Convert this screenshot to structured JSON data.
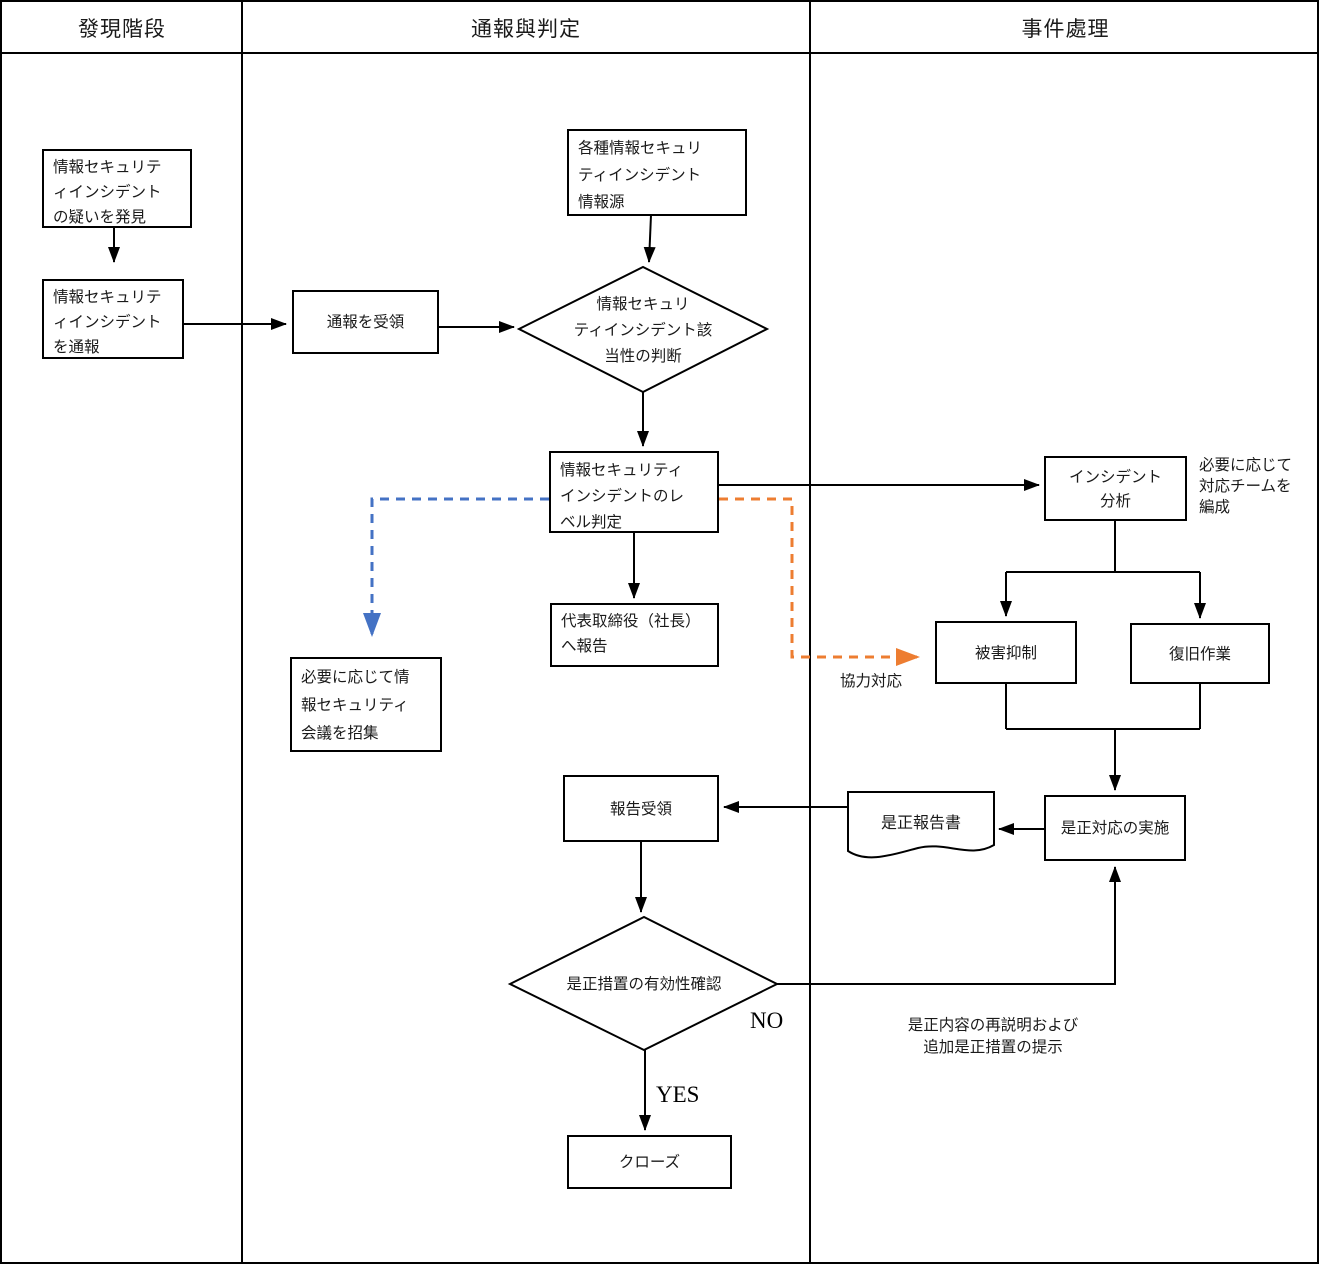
{
  "header": {
    "lanes": [
      "發現階段",
      "通報與判定",
      "事件處理"
    ]
  },
  "nodes": {
    "discover": "情報セキュリテ\nィインシデント\nの疑いを発見",
    "notify": "情報セキュリテ\nィインシデント\nを通報",
    "receive": "通報を受領",
    "sources": "各種情報セキュリ\nティインシデント\n情報源",
    "judge": "情報セキュリ\nティインシデント該\n当性の判断",
    "level": "情報セキュリティ\nインシデントのレ\nベル判定",
    "ceo": "代表取締役（社長）\nへ報告",
    "meeting": "必要に応じて情\n報セキュリティ\n会議を招集",
    "analysis": "インシデント\n分析",
    "damage": "被害抑制",
    "recovery": "復旧作業",
    "corrective": "是正対応の実施",
    "report_doc": "是正報告書",
    "receipt": "報告受領",
    "effective": "是正措置の有効性確認",
    "close": "クローズ"
  },
  "annotations": {
    "team": "必要に応じて\n対応チームを\n編成",
    "coop": "協力対応",
    "redo": "是正内容の再説明および\n追加是正措置の提示",
    "no": "NO",
    "yes": "YES"
  },
  "colors": {
    "line": "#000000",
    "dash_blue": "#4472C4",
    "dash_orange": "#ED7D31",
    "background": "#ffffff"
  }
}
